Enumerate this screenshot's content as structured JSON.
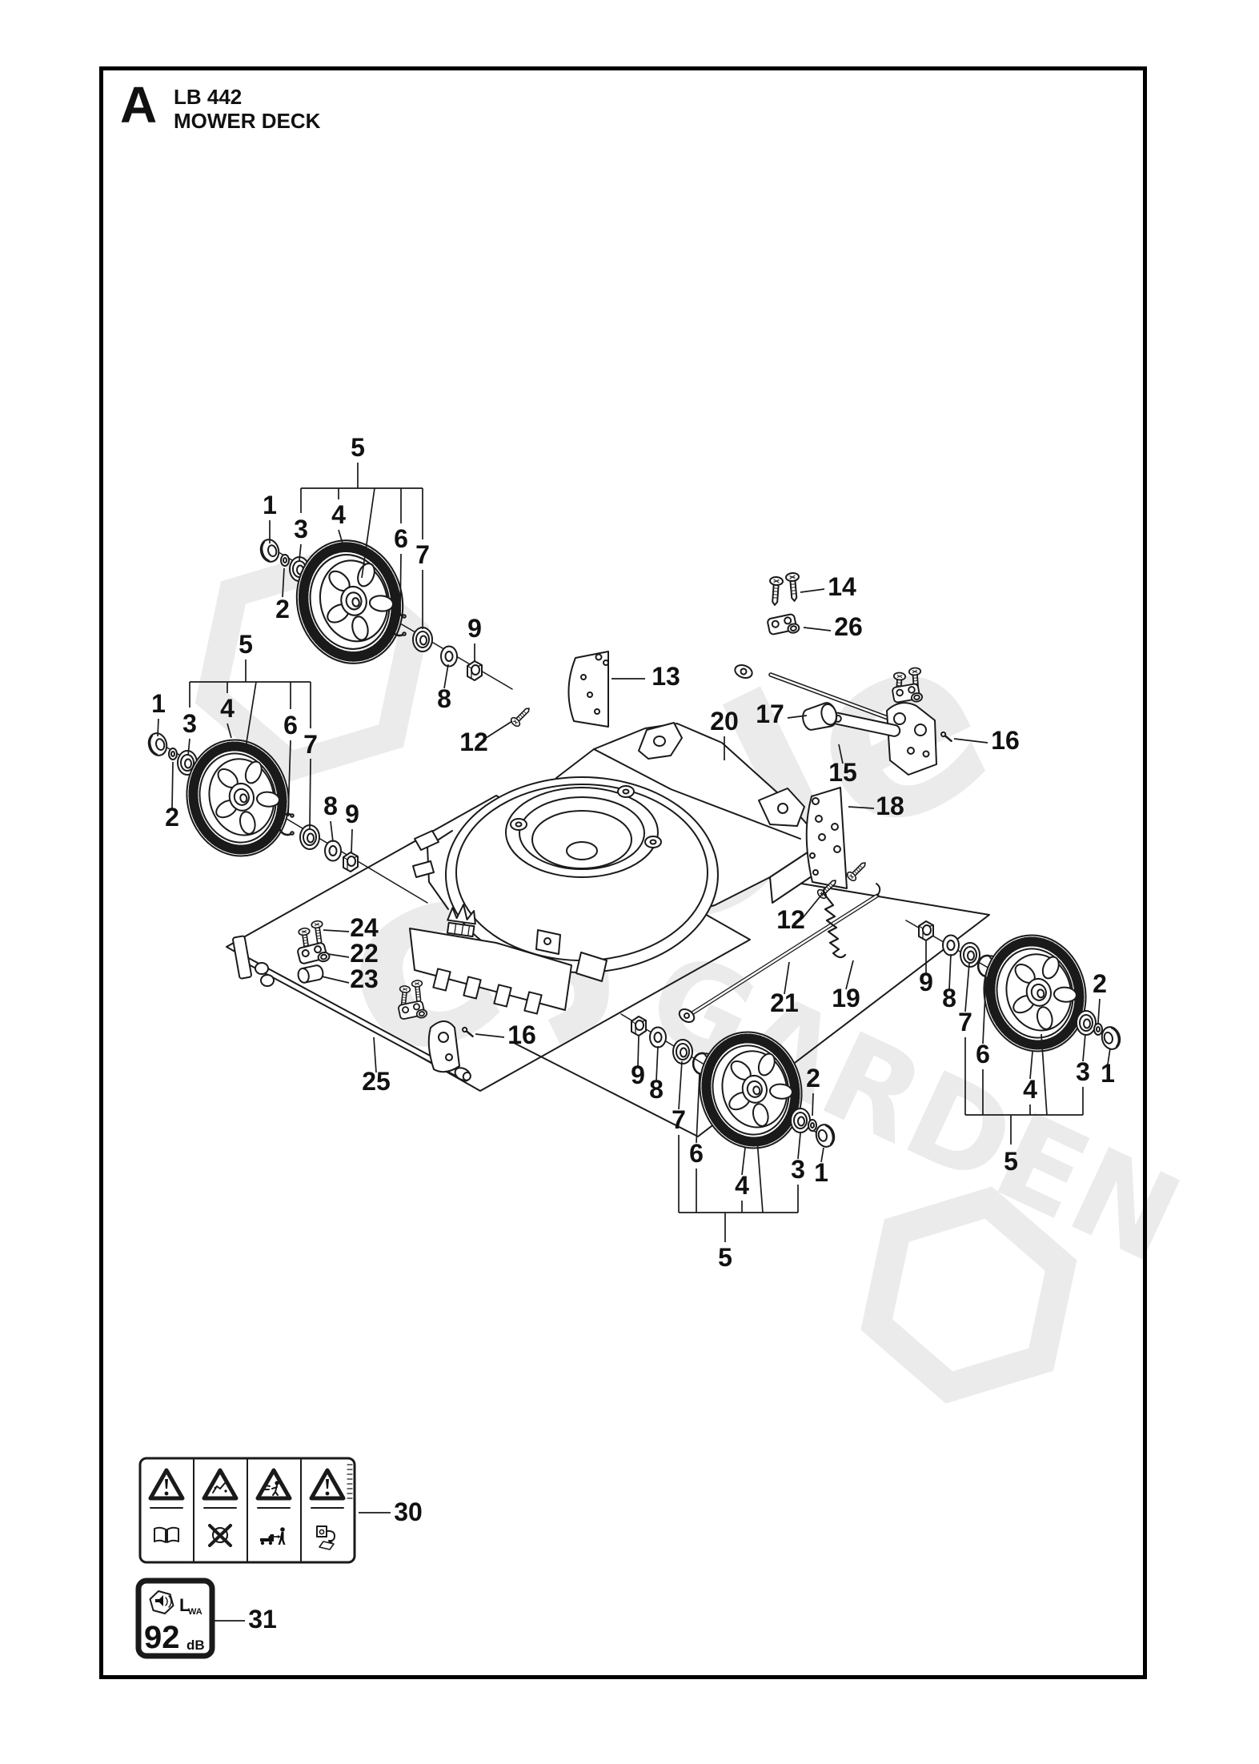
{
  "page": {
    "background": "#ffffff",
    "frame_color": "#000000",
    "line_color": "#1a1a1a"
  },
  "header": {
    "section_letter": "A",
    "model": "LB 442",
    "title": "MOWER DECK"
  },
  "watermark": {
    "word_main": "cycle",
    "word_secondary": "GARDEN",
    "color": "#ebebeb"
  },
  "callouts": {
    "1": "1",
    "2": "2",
    "3": "3",
    "4": "4",
    "5": "5",
    "6": "6",
    "7": "7",
    "8": "8",
    "9": "9",
    "12": "12",
    "13": "13",
    "14": "14",
    "15": "15",
    "16": "16",
    "17": "17",
    "18": "18",
    "19": "19",
    "20": "20",
    "21": "21",
    "22": "22",
    "23": "23",
    "24": "24",
    "25": "25",
    "26": "26",
    "30": "30",
    "31": "31"
  },
  "noise_label": {
    "sound_power_symbol": "L",
    "sound_power_sub": "WA",
    "value": "92",
    "unit": "dB"
  }
}
